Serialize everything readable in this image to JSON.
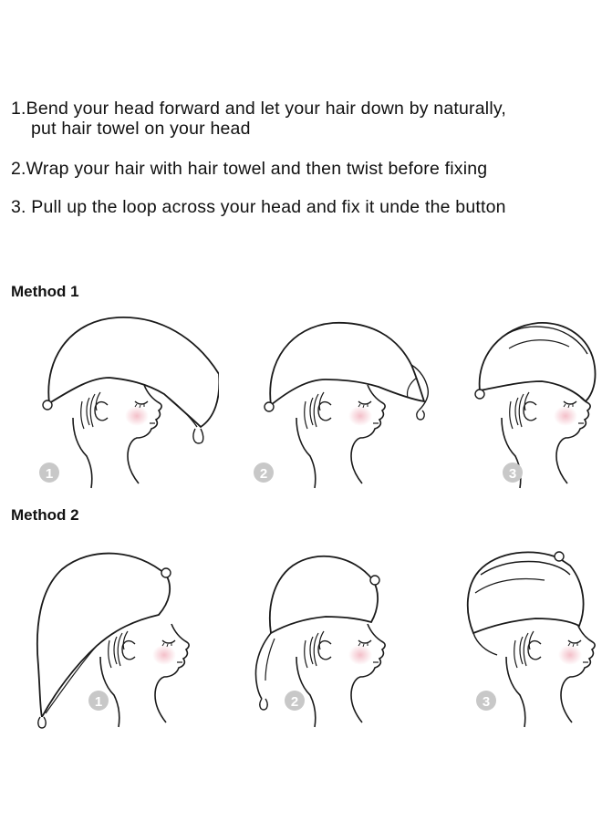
{
  "instructions": [
    {
      "line1": "1.Bend your head forward and let your hair down by naturally,",
      "line2": "put hair towel on your head"
    },
    {
      "line1": "2.Wrap your hair with hair towel and then twist before fixing"
    },
    {
      "line1": "3. Pull up the loop across your head and fix it unde the button"
    }
  ],
  "methods": [
    {
      "label": "Method 1",
      "steps": [
        "1",
        "2",
        "3"
      ]
    },
    {
      "label": "Method 2",
      "steps": [
        "1",
        "2",
        "3"
      ]
    }
  ],
  "colors": {
    "ink": "#1a1a1a",
    "badge": "#c8c8c8",
    "cheek": "#f2c4cc"
  }
}
